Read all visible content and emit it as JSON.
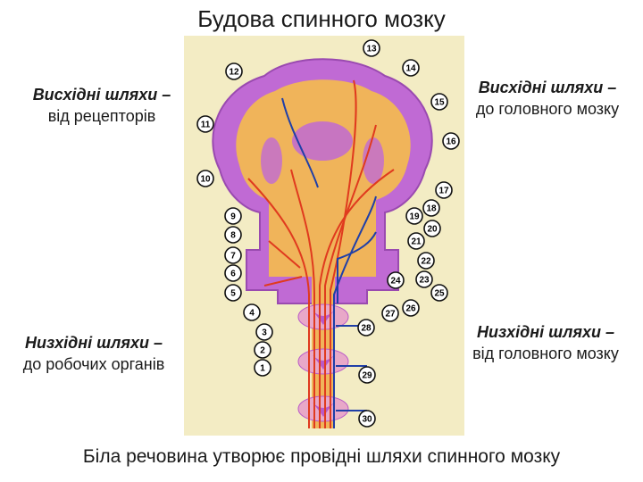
{
  "title": "Будова спинного мозку",
  "labels": {
    "ascending_receptors_title": "Висхідні шляхи –",
    "ascending_receptors_sub": "від рецепторів",
    "ascending_brain_title": "Висхідні шляхи –",
    "ascending_brain_sub": "до головного мозку",
    "descending_work_title": "Низхідні шляхи –",
    "descending_work_sub": "до робочих органів",
    "descending_brain_title": "Низхідні шляхи –",
    "descending_brain_sub": "від головного мозку"
  },
  "footer": "Біла речовина утворює провідні шляхи спинного мозку",
  "figure": {
    "numbers": [
      "1",
      "2",
      "3",
      "4",
      "5",
      "6",
      "7",
      "8",
      "9",
      "10",
      "11",
      "12",
      "13",
      "14",
      "15",
      "16",
      "17",
      "18",
      "19",
      "20",
      "21",
      "22",
      "23",
      "24",
      "25",
      "26",
      "27",
      "28",
      "29",
      "30"
    ]
  },
  "colors": {
    "ascending": "#e03a1e",
    "descending": "#1f3fa8",
    "grey_matter": "#b95ac8",
    "white_matter": "#f0b45a"
  }
}
